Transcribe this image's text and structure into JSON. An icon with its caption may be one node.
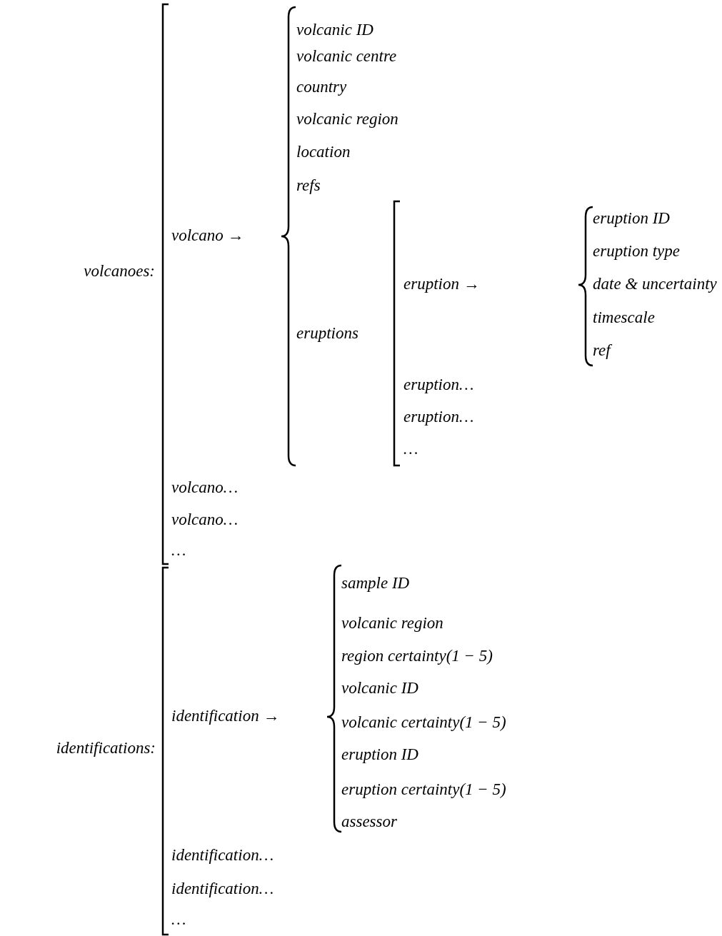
{
  "diagram": {
    "labels": [
      "volcanoes:",
      "volcano →",
      "volcanic ID",
      "volcanic centre",
      "country",
      "volcanic region",
      "location",
      "refs",
      "eruptions",
      "eruption →",
      "eruption ID",
      "eruption type",
      "date & uncertainty",
      "timescale",
      "ref",
      "eruption…",
      "eruption…",
      "…",
      "volcano…",
      "volcano…",
      "…",
      "identifications:",
      "identification →",
      "sample ID",
      "volcanic region",
      "region certainty(1 − 5)",
      "volcanic ID",
      "volcanic certainty(1 − 5)",
      "eruption ID",
      "eruption certainty(1 − 5)",
      "assessor",
      "identification…",
      "identification…",
      "…"
    ]
  }
}
